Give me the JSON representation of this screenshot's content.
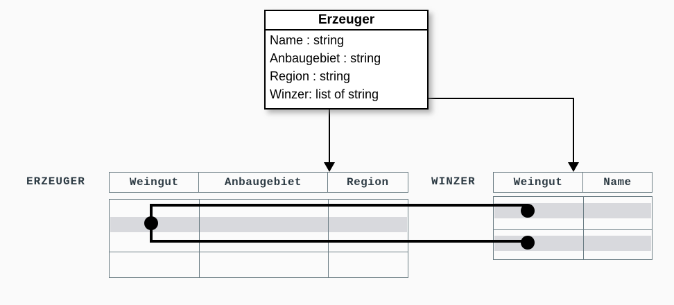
{
  "diagram": {
    "uml_class": {
      "title": "Erzeuger",
      "attributes": [
        "Name : string",
        "Anbaugebiet : string",
        "Region : string",
        "Winzer: list of string"
      ]
    },
    "tables": [
      {
        "label": "ERZEUGER",
        "columns": [
          "Weingut",
          "Anbaugebiet",
          "Region"
        ],
        "row_count": 4,
        "highlighted_rows": [
          2
        ]
      },
      {
        "label": "WINZER",
        "columns": [
          "Weingut",
          "Name"
        ],
        "row_count": 3,
        "highlighted_rows": [
          1,
          3
        ]
      }
    ],
    "colors": {
      "background": "#fafafa",
      "table_border": "#6b7d84",
      "header_text": "#2d3b44",
      "row_highlight": "#d8d9dd",
      "connector": "#000000",
      "class_border": "#000000"
    }
  }
}
